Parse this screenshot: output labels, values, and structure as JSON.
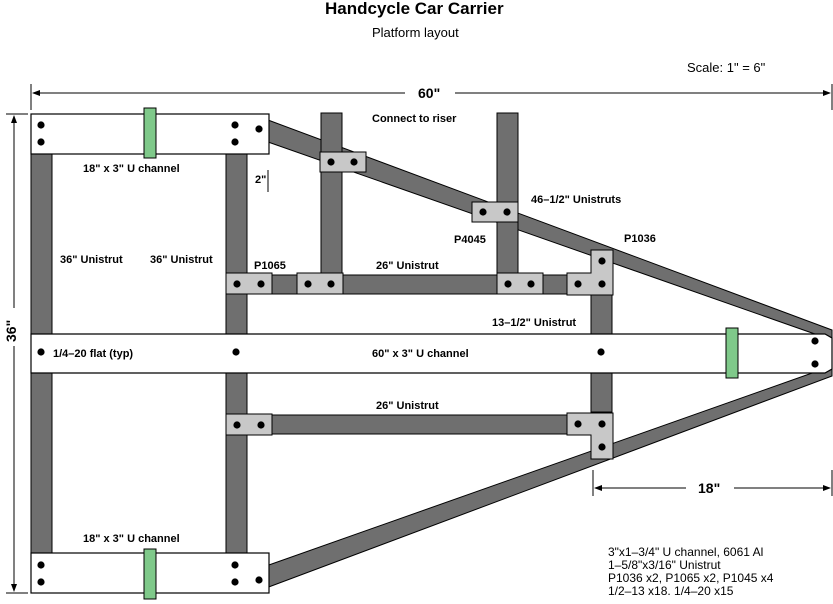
{
  "header": {
    "title": "Handcycle Car Carrier",
    "subtitle": "Platform layout",
    "scale": "Scale: 1\" = 6\""
  },
  "dimensions": {
    "width": "60\"",
    "height": "36\"",
    "tongue": "18\"",
    "gap": "2\""
  },
  "labels": {
    "connect_riser": "Connect to riser",
    "u_channel_top": "18\" x 3\" U channel",
    "u_channel_bottom": "18\" x 3\" U channel",
    "unistrut_left": "36\" Unistrut",
    "unistrut_inner": "36\" Unistrut",
    "p1065": "P1065",
    "unistrut_26_top": "26\" Unistrut",
    "p4045": "P4045",
    "unistrut_46": "46–1/2\" Unistruts",
    "p1036": "P1036",
    "unistrut_13": "13–1/2\" Unistrut",
    "flat": "1/4–20 flat (typ)",
    "main_channel": "60\" x 3\" U channel",
    "unistrut_26_bottom": "26\" Unistrut"
  },
  "notes": [
    "3\"x1–3/4\" U channel, 6061 Al",
    "1–5/8\"x3/16\" Unistrut",
    "P1036 x2, P1065 x2, P1045 x4",
    "1/2–13 x18. 1/4–20 x15"
  ],
  "colors": {
    "strut": "#6f6f6f",
    "bracket": "#c8c8c8",
    "strap": "#7fc98a",
    "channel": "#ffffff"
  }
}
